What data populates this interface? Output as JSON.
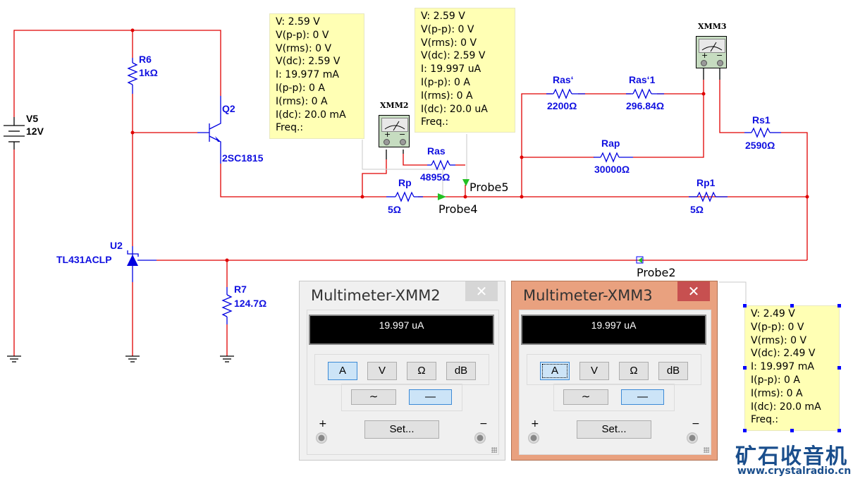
{
  "components": {
    "v5": {
      "name": "V5",
      "value": "12V"
    },
    "r6": {
      "name": "R6",
      "value": "1kΩ"
    },
    "q2": {
      "name": "Q2",
      "value": "2SC1815"
    },
    "u2": {
      "name": "U2",
      "value": "TL431ACLP"
    },
    "r7": {
      "name": "R7",
      "value": "124.7Ω"
    },
    "rp": {
      "name": "Rp",
      "value": "5Ω"
    },
    "ras": {
      "name": "Ras",
      "value": "4895Ω"
    },
    "ras_prime": {
      "name": "Ras‘",
      "value": "2200Ω"
    },
    "ras_prime1": {
      "name": "Ras‘1",
      "value": "296.84Ω"
    },
    "rap": {
      "name": "Rap",
      "value": "30000Ω"
    },
    "rs1": {
      "name": "Rs1",
      "value": "2590Ω"
    },
    "rp1": {
      "name": "Rp1",
      "value": "5Ω"
    }
  },
  "instruments": {
    "xmm2": {
      "label": "XMM2",
      "plus": "+",
      "minus": "−"
    },
    "xmm3": {
      "label": "XMM3",
      "plus": "+",
      "minus": "−"
    }
  },
  "probes": {
    "probe2": "Probe2",
    "probe4": "Probe4",
    "probe5": "Probe5"
  },
  "probe_readouts": {
    "probe4": [
      "V: 2.59 V",
      "V(p-p): 0 V",
      "V(rms): 0 V",
      "V(dc): 2.59 V",
      "I: 19.977 mA",
      "I(p-p): 0 A",
      "I(rms): 0 A",
      "I(dc): 20.0 mA",
      "Freq.:"
    ],
    "probe5": [
      "V: 2.59 V",
      "V(p-p): 0 V",
      "V(rms): 0 V",
      "V(dc): 2.59 V",
      "I: 19.997 uA",
      "I(p-p): 0 A",
      "I(rms): 0 A",
      "I(dc): 20.0 uA",
      "Freq.:"
    ],
    "probe2": [
      "V: 2.49 V",
      "V(p-p): 0 V",
      "V(rms): 0 V",
      "V(dc): 2.49 V",
      "I: 19.997 mA",
      "I(p-p): 0 A",
      "I(rms): 0 A",
      "I(dc): 20.0 mA",
      "Freq.:"
    ]
  },
  "multimeter_panels": [
    {
      "title": "Multimeter-XMM2",
      "reading": "19.997 uA",
      "close": "✕",
      "modes": [
        "A",
        "V",
        "Ω",
        "dB"
      ],
      "active_mode": "A",
      "coupling": [
        "∼",
        "—"
      ],
      "active_coupling": "DC",
      "set_label": "Set...",
      "plus": "+",
      "minus": "−",
      "active_window": false
    },
    {
      "title": "Multimeter-XMM3",
      "reading": "19.997 uA",
      "close": "✕",
      "modes": [
        "A",
        "V",
        "Ω",
        "dB"
      ],
      "active_mode": "A",
      "coupling": [
        "∼",
        "—"
      ],
      "active_coupling": "DC",
      "set_label": "Set...",
      "plus": "+",
      "minus": "−",
      "active_window": true
    }
  ],
  "colors": {
    "wire": "#e00000",
    "component": "#0000e0",
    "probe_box": "#ffffb4",
    "active_window": "#e9a17f",
    "close_active": "#c75050",
    "button_on": "#cce4f7"
  },
  "watermark": {
    "logo": "矿石收音机",
    "url": "www.crystalradio.cn"
  }
}
